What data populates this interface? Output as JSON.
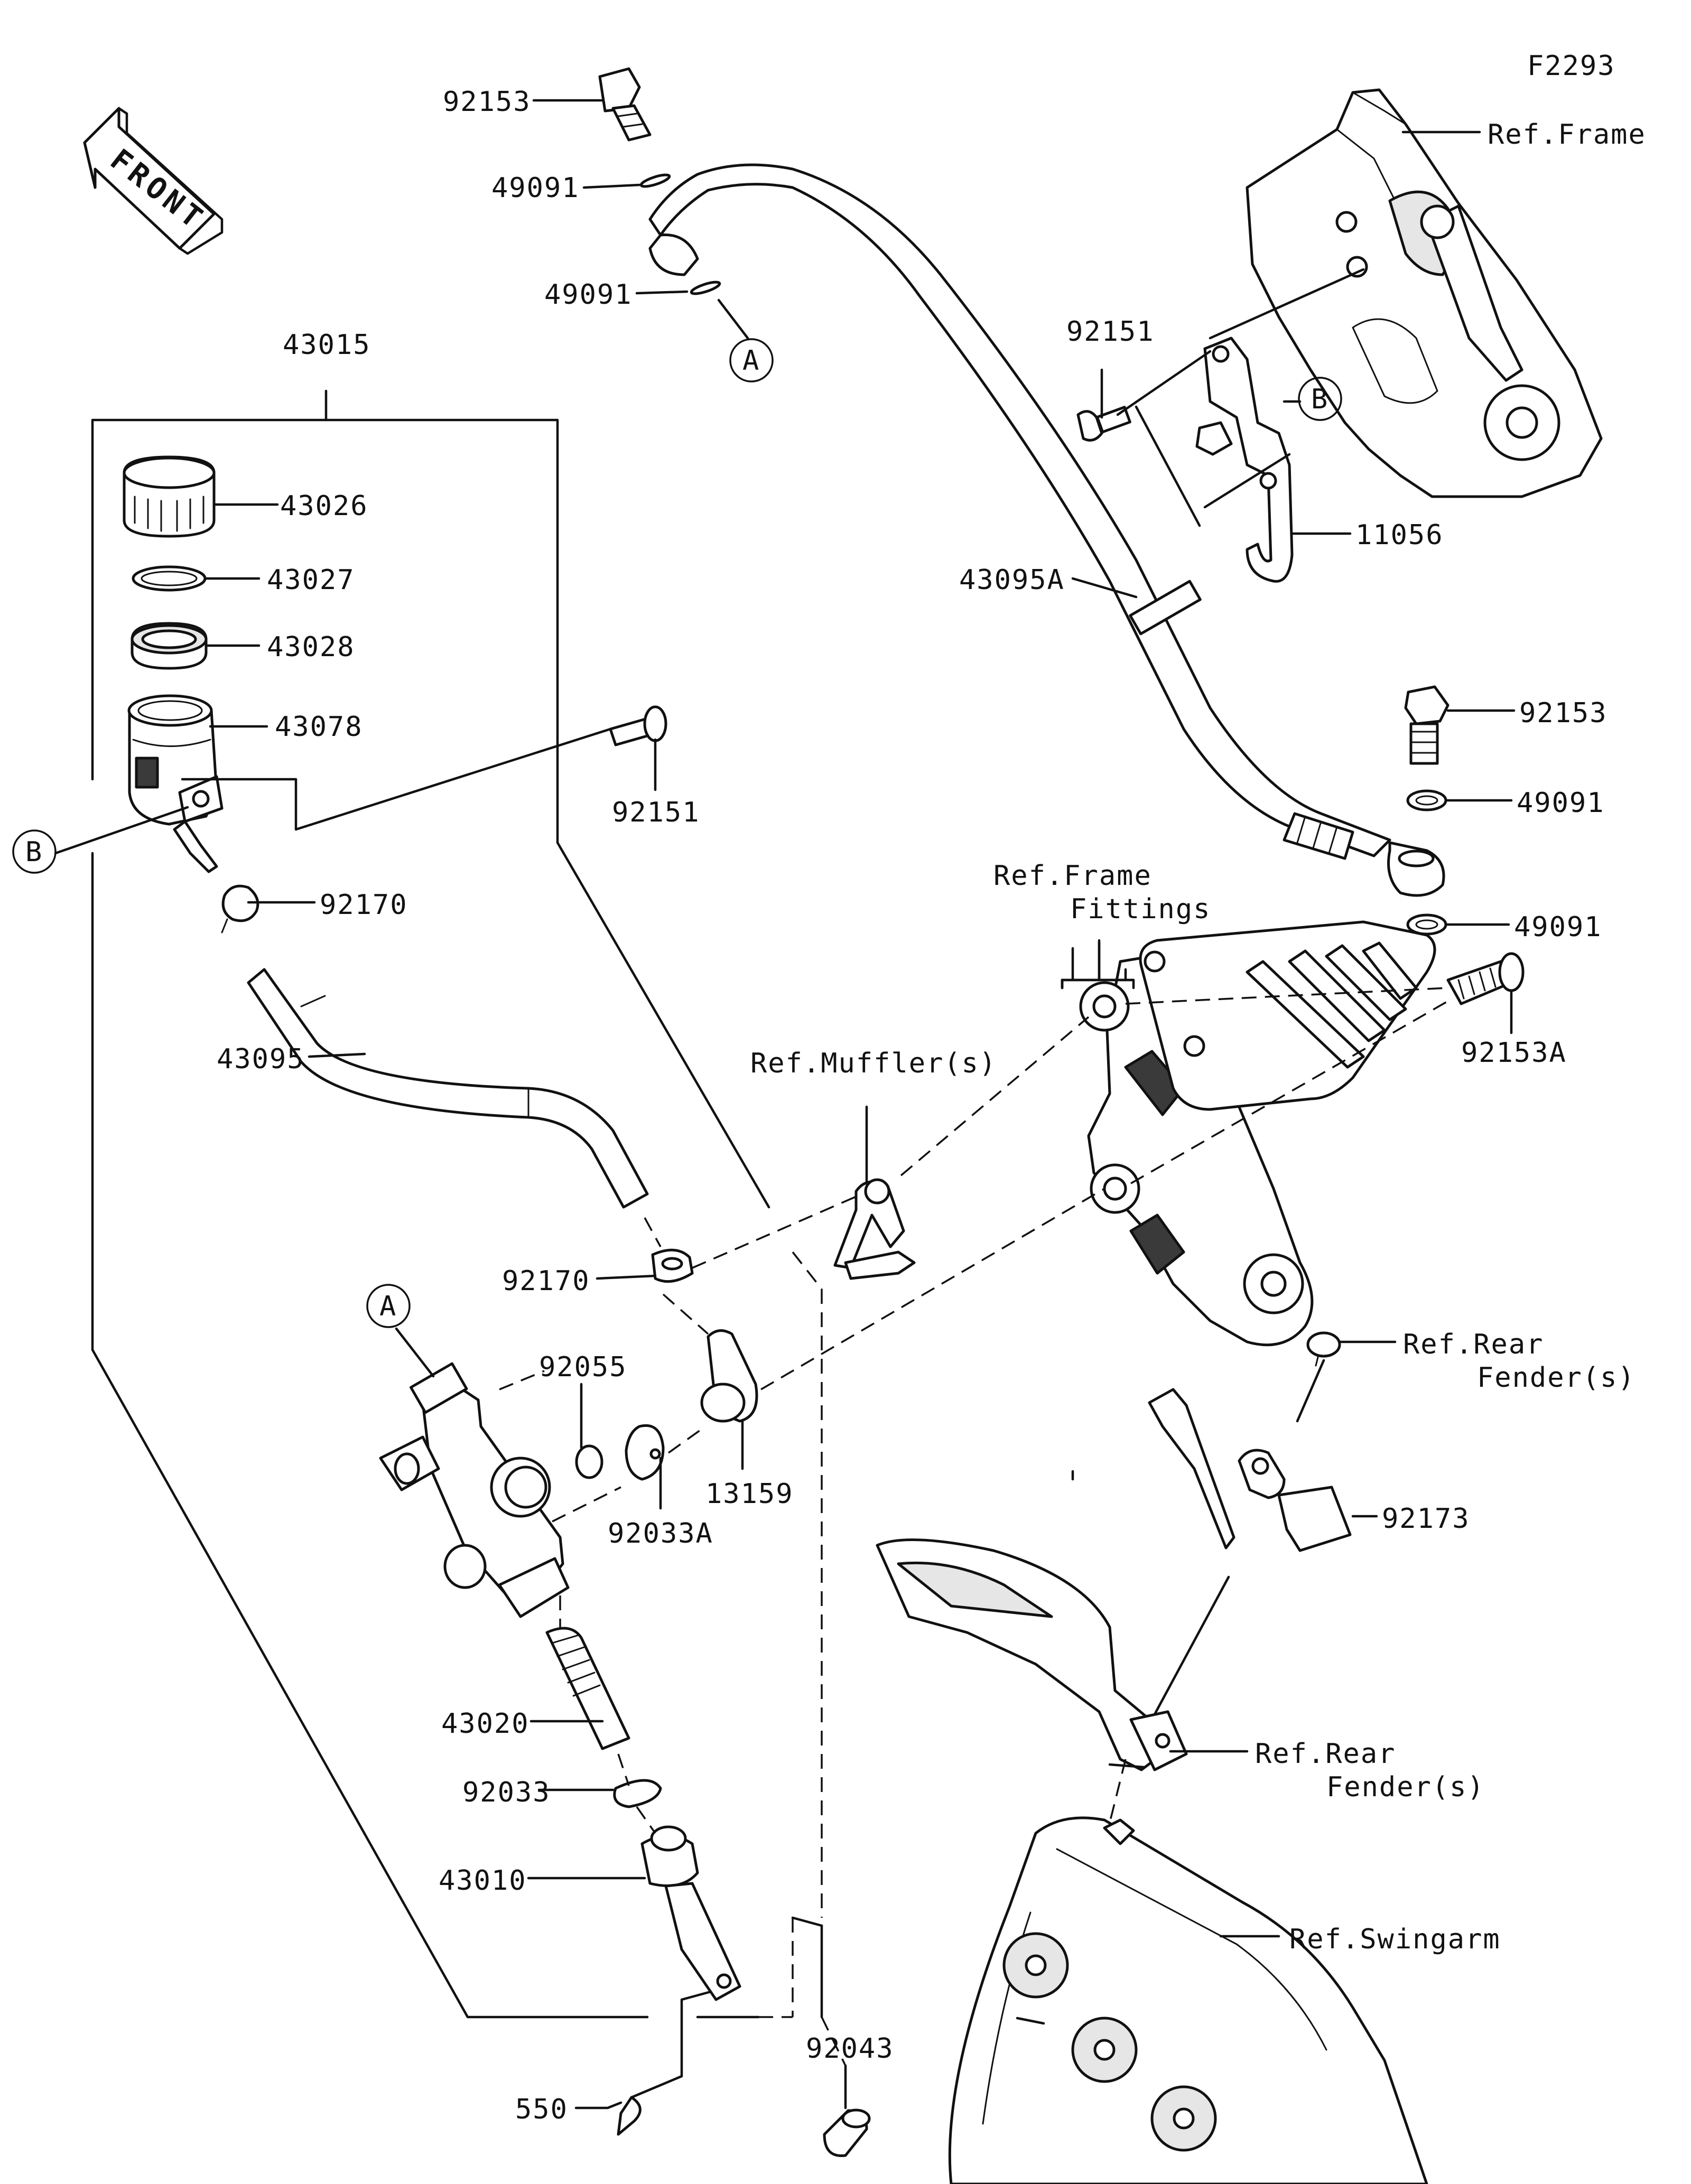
{
  "figure_code": "F2293",
  "front_label": "FRONT",
  "refs": {
    "frame": "Ref.Frame",
    "frame_fittings_1": "Ref.Frame",
    "frame_fittings_2": "Fittings",
    "mufflers": "Ref.Muffler(s)",
    "rear_fender_1_a": "Ref.Rear",
    "rear_fender_1_b": "Fender(s)",
    "rear_fender_2_a": "Ref.Rear",
    "rear_fender_2_b": "Fender(s)",
    "swingarm": "Ref.Swingarm"
  },
  "markers": {
    "a": "A",
    "b": "B"
  },
  "parts": {
    "p92153_top": "92153",
    "p49091_a": "49091",
    "p49091_b": "49091",
    "p43015": "43015",
    "p43026": "43026",
    "p43027": "43027",
    "p43028": "43028",
    "p43078": "43078",
    "p92151_mid": "92151",
    "p92151_top": "92151",
    "p11056": "11056",
    "p43095A": "43095A",
    "p92153_right": "92153",
    "p49091_c": "49091",
    "p49091_d": "49091",
    "p92153A": "92153A",
    "p92170_a": "92170",
    "p43095": "43095",
    "p92170_b": "92170",
    "p92055": "92055",
    "p92033A": "92033A",
    "p13159": "13159",
    "p92173": "92173",
    "p43020": "43020",
    "p92033": "92033",
    "p43010": "43010",
    "p92043": "92043",
    "p550": "550"
  }
}
